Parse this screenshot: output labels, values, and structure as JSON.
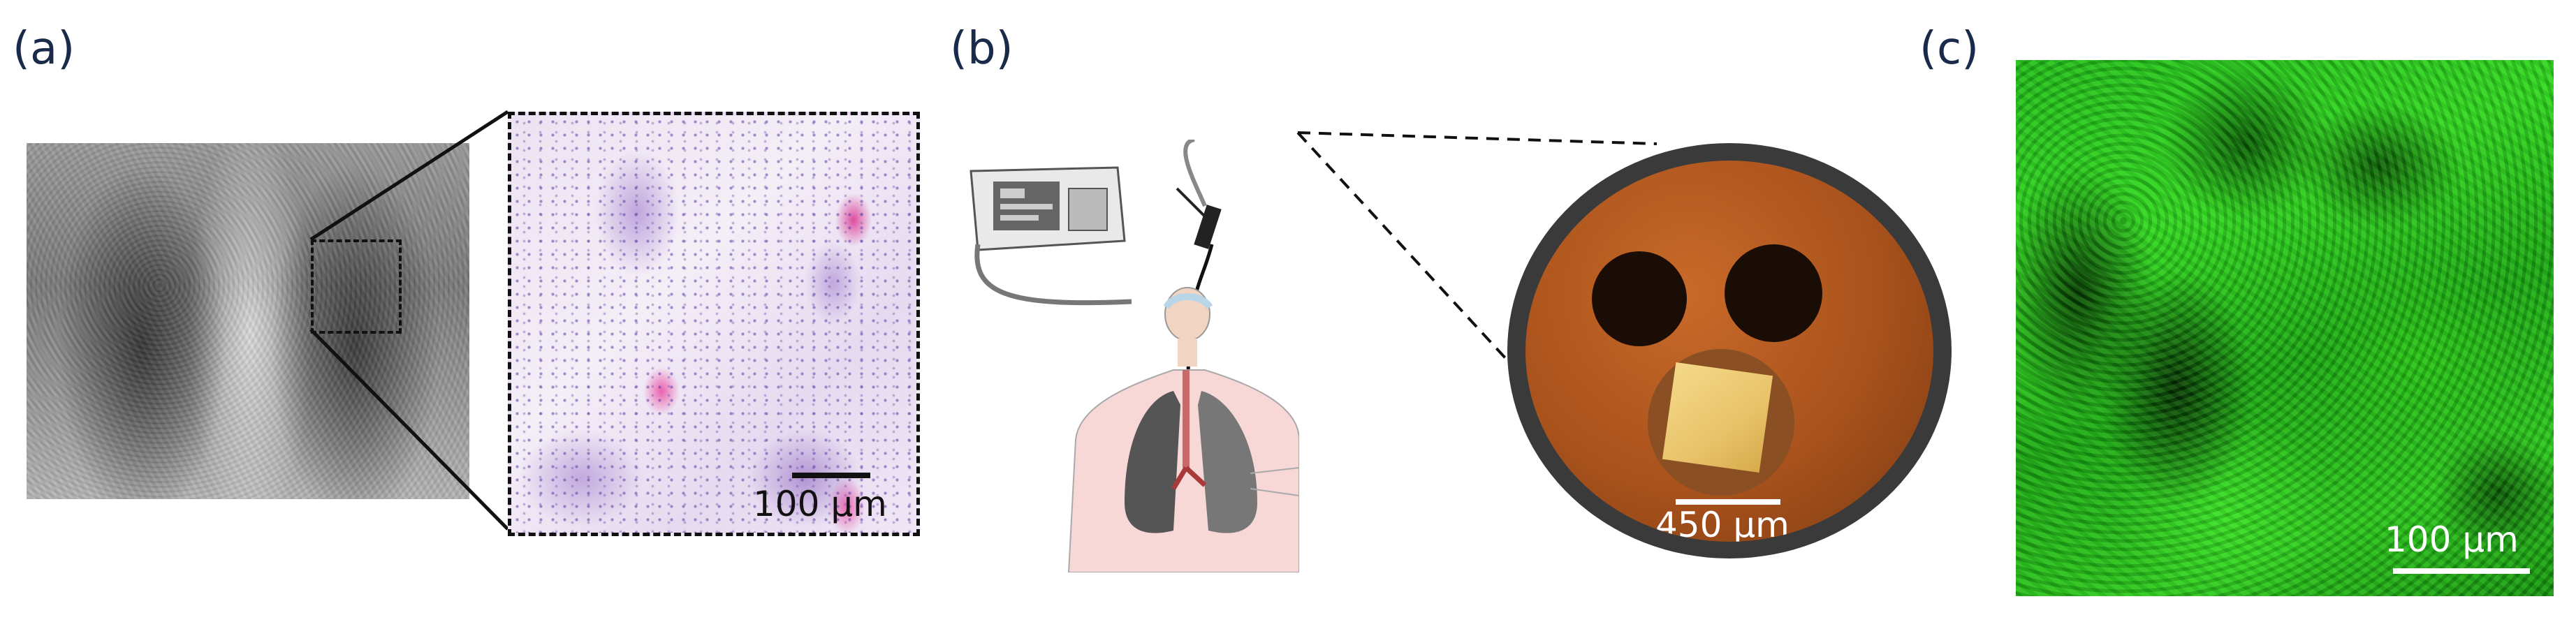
{
  "figure": {
    "panels": [
      {
        "label": "(a)",
        "scale_bar": "100 µm"
      },
      {
        "label": "(b)",
        "scale_bar": "450 µm"
      },
      {
        "label": "(c)",
        "scale_bar": "100 µm"
      }
    ]
  }
}
